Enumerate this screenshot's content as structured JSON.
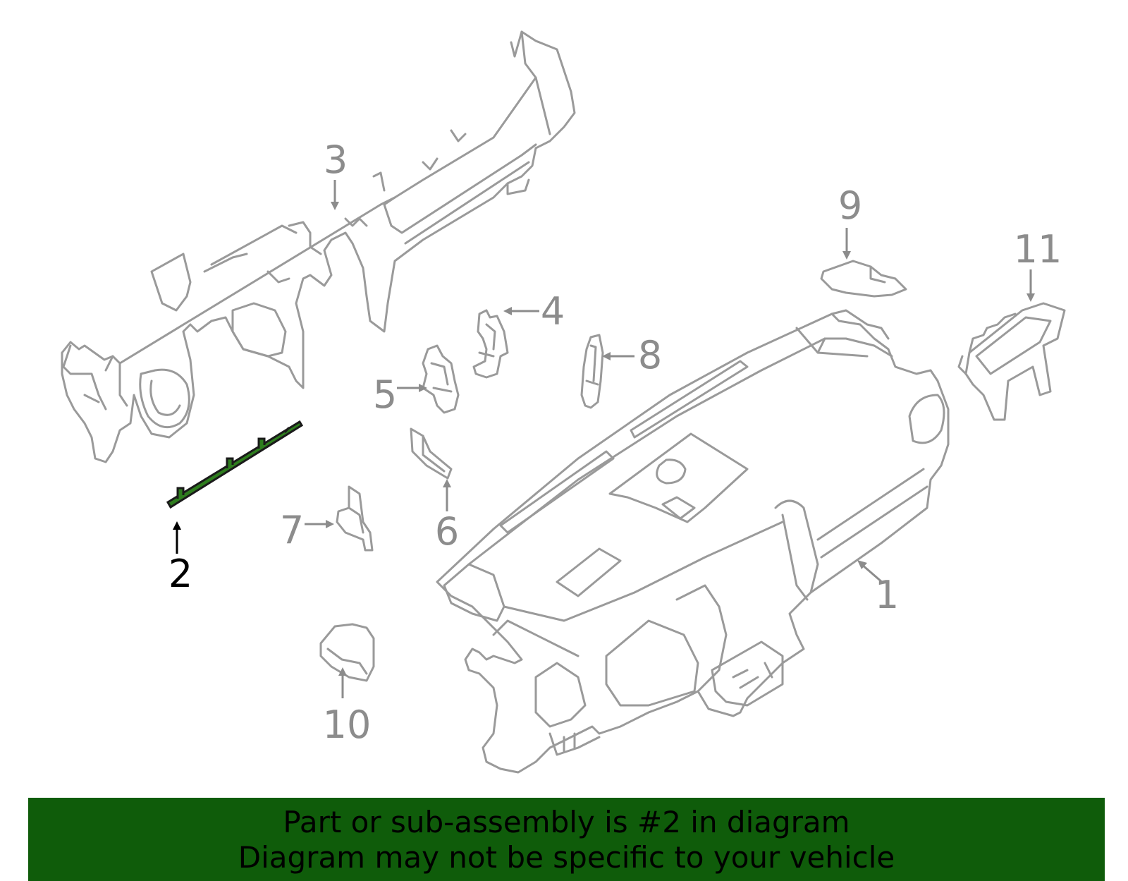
{
  "diagram": {
    "callouts": {
      "c1": "1",
      "c2": "2",
      "c3": "3",
      "c4": "4",
      "c5": "5",
      "c6": "6",
      "c7": "7",
      "c8": "8",
      "c9": "9",
      "c10": "10",
      "c11": "11"
    },
    "highlight_color": "#2e7d1e",
    "line_color": "#9a9a9a"
  },
  "banner": {
    "line1": "Part or sub-assembly is #2 in diagram",
    "line2": "Diagram may not be specific to your vehicle",
    "background": "#0f5c0a"
  }
}
